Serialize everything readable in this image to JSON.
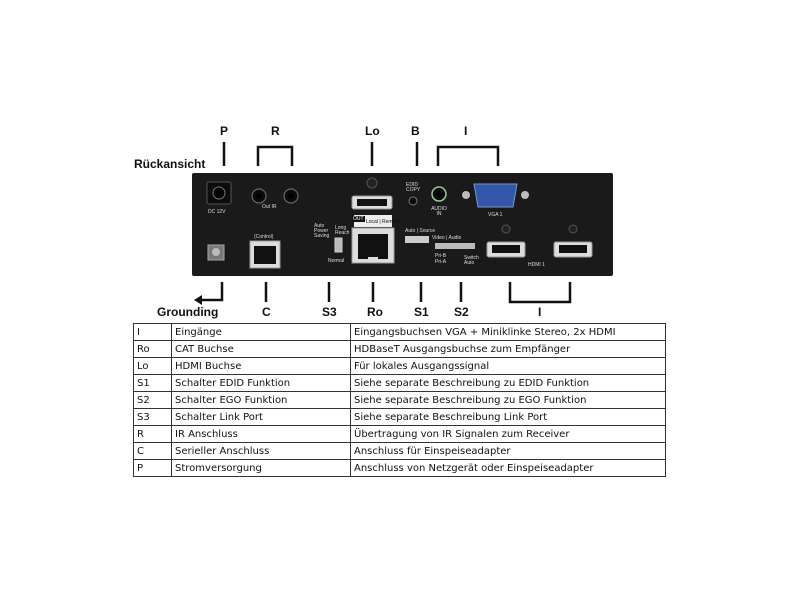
{
  "title": "Rückansicht",
  "top_labels": {
    "P": "P",
    "R": "R",
    "Lo": "Lo",
    "B": "B",
    "I": "I"
  },
  "bottom_labels": {
    "grounding": "Grounding",
    "C": "C",
    "S3": "S3",
    "Ro": "Ro",
    "S1": "S1",
    "S2": "S2",
    "I": "I"
  },
  "device": {
    "dc": "DC 12V",
    "ir_out": "Out IR",
    "control": "(Control)",
    "auto_power_saving": "Auto Power Saving",
    "long_reach": "Long Reach",
    "normal": "Normal",
    "out": "OUT",
    "local_remote": "Local | Remote",
    "edid_copy": "EDID COPY",
    "audio_in": "AUDIO IN",
    "vga": "VGA 1",
    "auto_source": "Auto | Source",
    "video_audio": "Video | Audio",
    "pri_b": "Pri-B",
    "pri_a": "Pri-A",
    "switch_auto": "Switch Auto",
    "hdmi": "HDMI 1"
  },
  "table": {
    "rows": [
      {
        "code": "I",
        "name": "Eingänge",
        "desc": "Eingangsbuchsen VGA + Miniklinke Stereo, 2x HDMI"
      },
      {
        "code": "Ro",
        "name": "CAT Buchse",
        "desc": "HDBaseT Ausgangsbuchse zum Empfänger"
      },
      {
        "code": "Lo",
        "name": "HDMI Buchse",
        "desc": "Für lokales Ausgangssignal"
      },
      {
        "code": "S1",
        "name": "Schalter EDID Funktion",
        "desc": "Siehe separate Beschreibung zu EDID Funktion"
      },
      {
        "code": "S2",
        "name": "Schalter EGO Funktion",
        "desc": "Siehe separate Beschreibung zu EGO Funktion"
      },
      {
        "code": "S3",
        "name": "Schalter Link Port",
        "desc": "Siehe separate Beschreibung Link Port"
      },
      {
        "code": "R",
        "name": "IR Anschluss",
        "desc": "Übertragung von IR Signalen zum Receiver"
      },
      {
        "code": "C",
        "name": "Serieller Anschluss",
        "desc": "Anschluss für Einspeiseadapter"
      },
      {
        "code": "P",
        "name": "Stromversorgung",
        "desc": "Anschluss von Netzgerät oder Einspeiseadapter"
      }
    ]
  }
}
